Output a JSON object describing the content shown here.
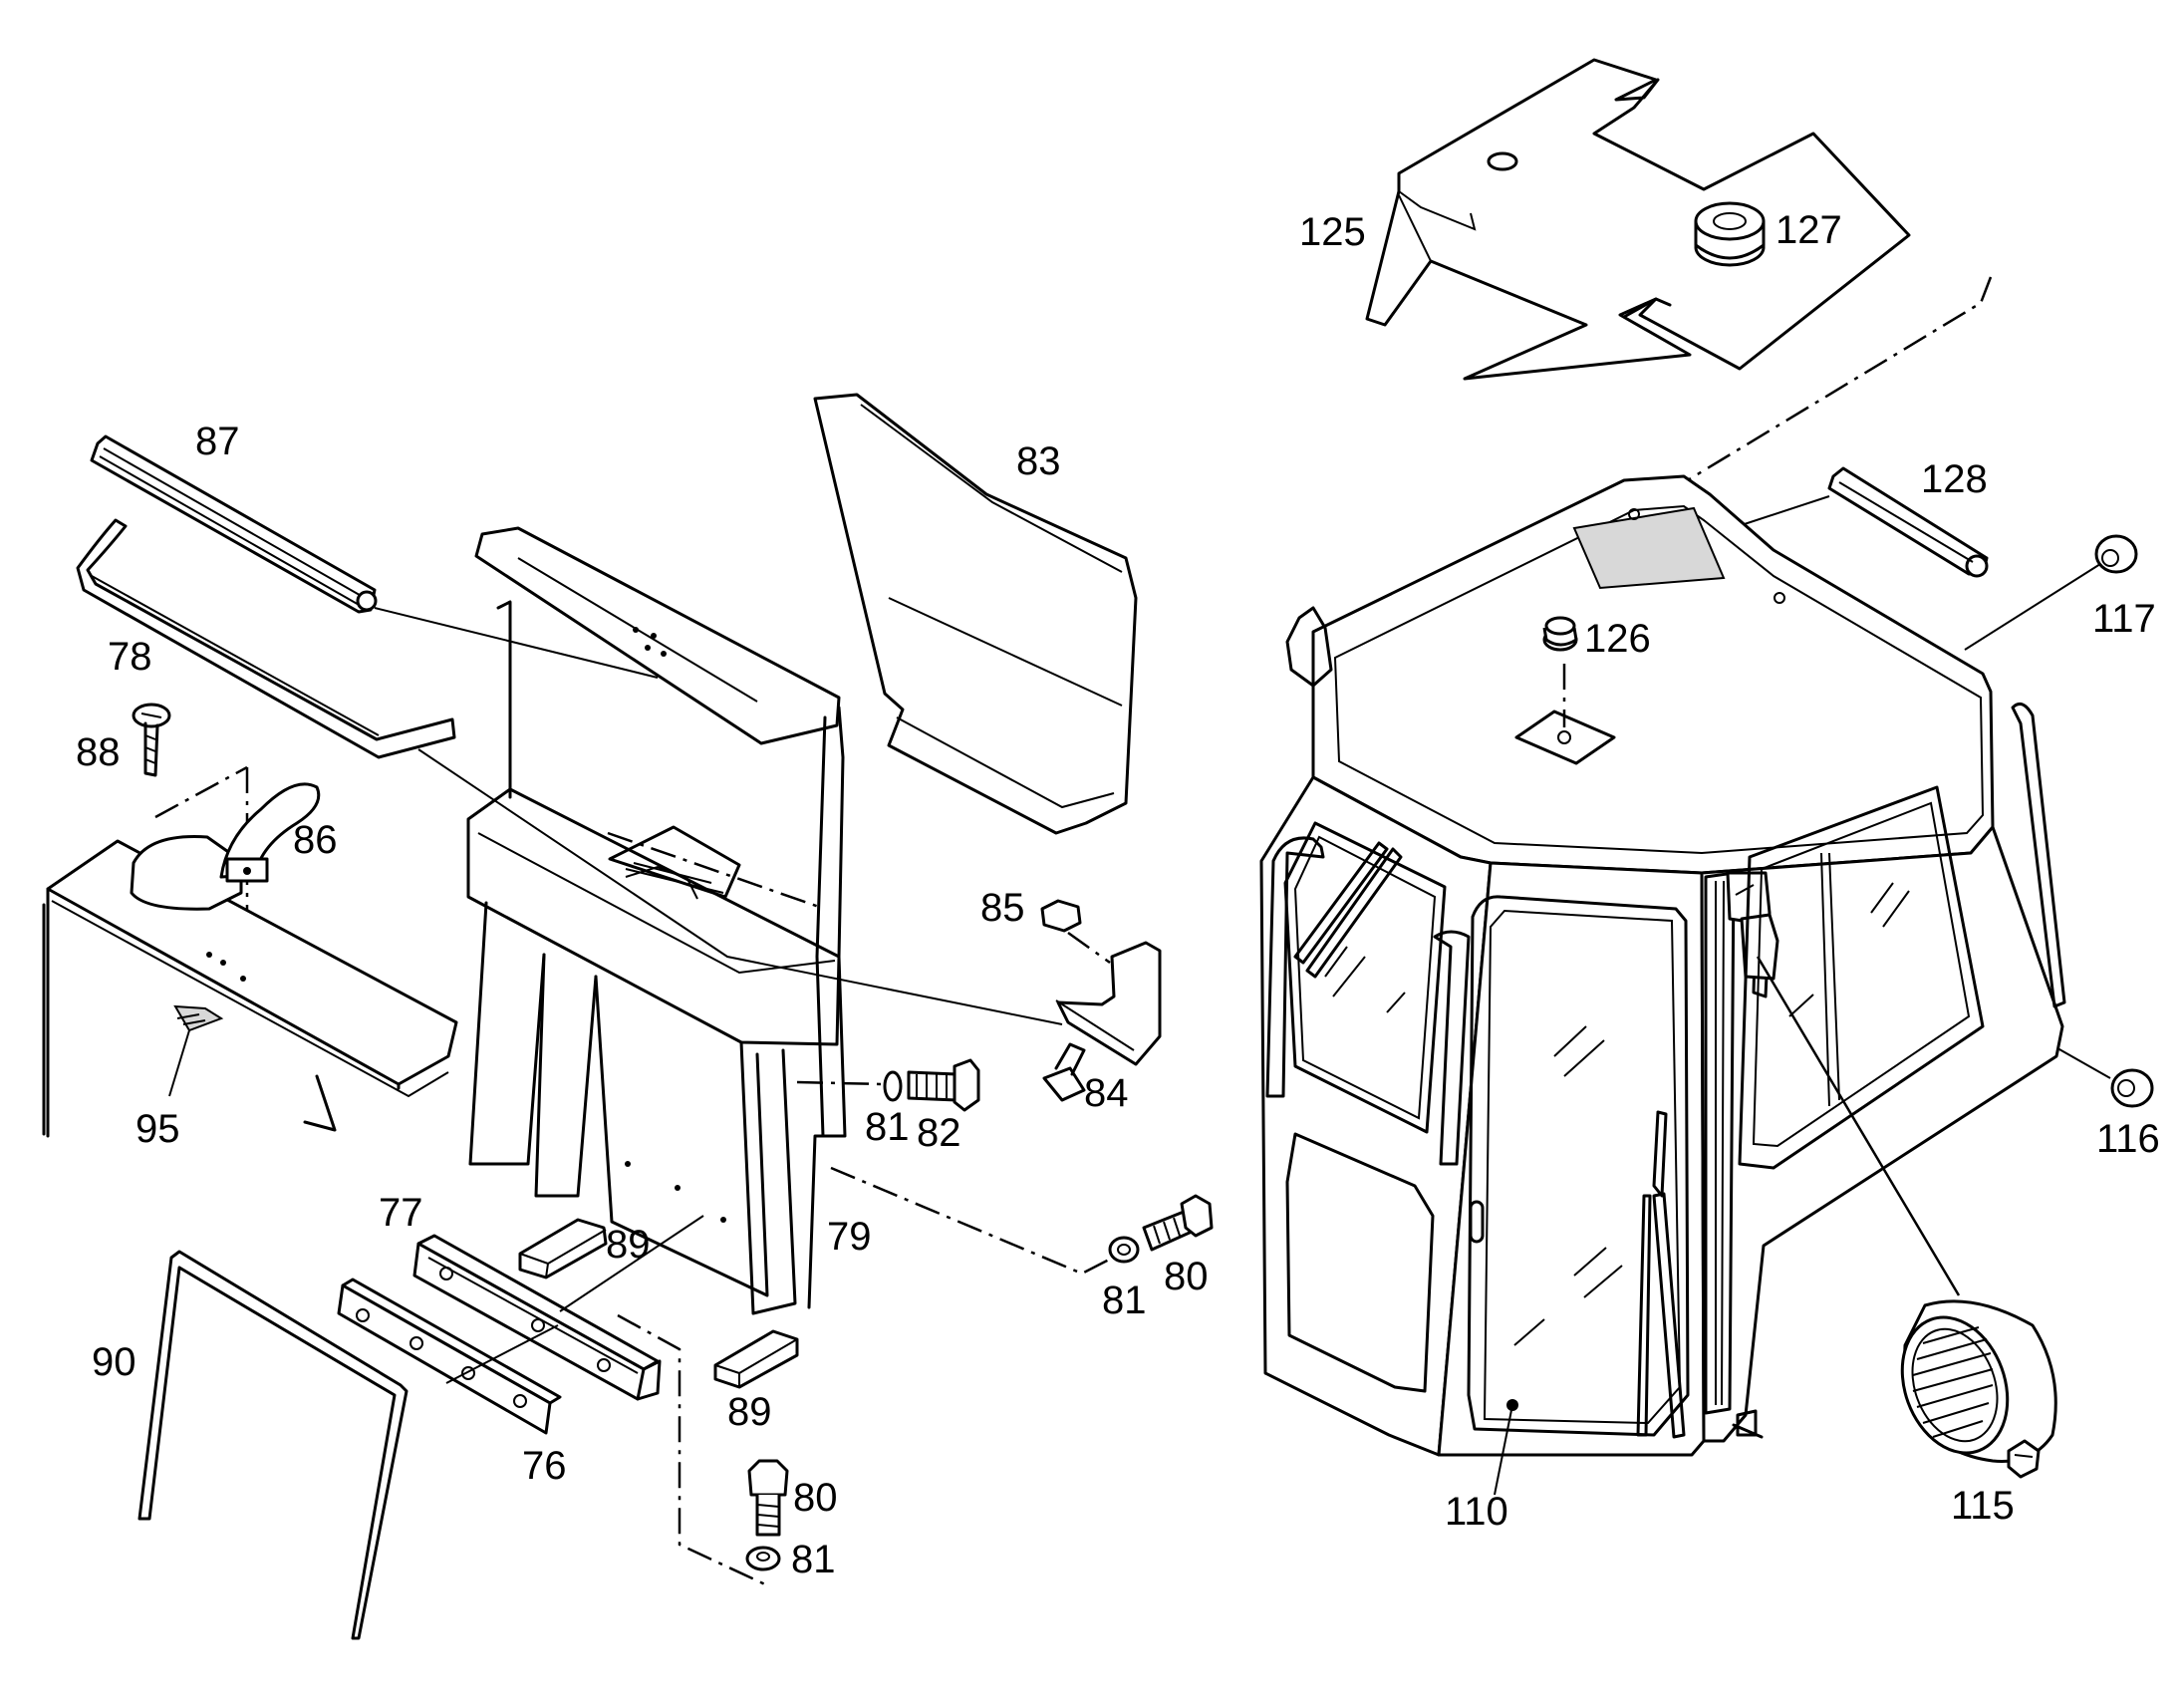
{
  "diagram": {
    "part_numbers": {
      "p125": "125",
      "p127": "127",
      "p128": "128",
      "p117": "117",
      "p126": "126",
      "p116": "116",
      "p115": "115",
      "p110": "110",
      "p87": "87",
      "p83": "83",
      "p78": "78",
      "p88": "88",
      "p86": "86",
      "p85": "85",
      "p84": "84",
      "p95": "95",
      "p81a": "81",
      "p82": "82",
      "p79": "79",
      "p77": "77",
      "p89a": "89",
      "p81b": "81",
      "p80a": "80",
      "p90": "90",
      "p76": "76",
      "p89b": "89",
      "p80b": "80",
      "p81c": "81"
    }
  }
}
